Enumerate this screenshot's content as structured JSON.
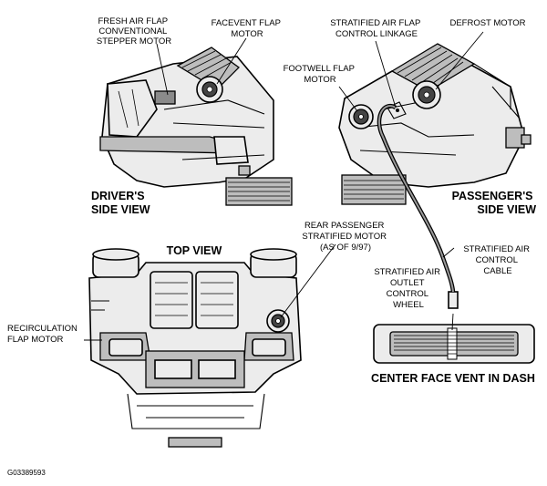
{
  "labels": {
    "fresh_air_flap_motor": [
      "FRESH AIR FLAP",
      "CONVENTIONAL",
      "STEPPER MOTOR"
    ],
    "facevent_flap_motor": [
      "FACEVENT FLAP",
      "MOTOR"
    ],
    "stratified_air_flap_linkage": [
      "STRATIFIED AIR FLAP",
      "CONTROL LINKAGE"
    ],
    "defrost_motor": [
      "DEFROST MOTOR"
    ],
    "footwell_flap_motor": [
      "FOOTWELL FLAP",
      "MOTOR"
    ],
    "drivers_side_view": [
      "DRIVER'S",
      "SIDE VIEW"
    ],
    "passengers_side_view": [
      "PASSENGER'S",
      "SIDE VIEW"
    ],
    "rear_passenger_stratified_motor": [
      "REAR PASSENGER",
      "STRATIFIED MOTOR",
      "(AS OF 9/97)"
    ],
    "top_view": [
      "TOP VIEW"
    ],
    "stratified_air_control_cable": [
      "STRATIFIED AIR",
      "CONTROL",
      "CABLE"
    ],
    "stratified_air_outlet_wheel": [
      "STRATIFIED AIR",
      "OUTLET",
      "CONTROL",
      "WHEEL"
    ],
    "recirculation_flap_motor": [
      "RECIRCULATION",
      "FLAP MOTOR"
    ],
    "center_face_vent": [
      "CENTER FACE VENT IN DASH"
    ],
    "figure_code": [
      "G03389593"
    ]
  }
}
